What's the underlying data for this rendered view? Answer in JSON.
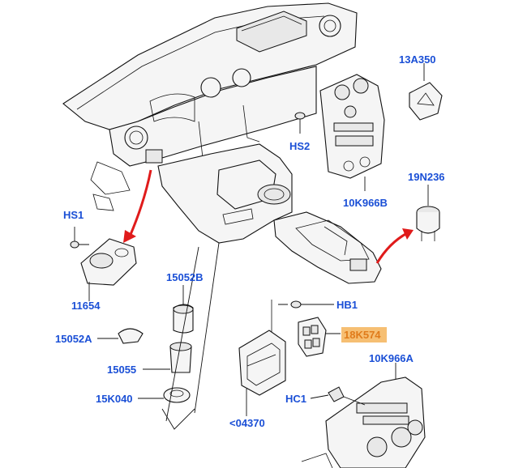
{
  "labels": {
    "hs1": "HS1",
    "p11654": "11654",
    "p15052b": "15052B",
    "p15052a": "15052A",
    "p15055": "15055",
    "p15k040": "15K040",
    "p04370": "<04370",
    "hb1": "HB1",
    "p18k574": "18K574",
    "hs2": "HS2",
    "p13a350": "13A350",
    "p10k966b": "10K966B",
    "p19n236": "19N236",
    "p10k966a": "10K966A",
    "hc1": "HC1"
  },
  "colors": {
    "label": "#1a4fd6",
    "highlight_fill": "#f6bf73",
    "highlight_text": "#e07b1a",
    "arrow": "#e01b1b"
  }
}
